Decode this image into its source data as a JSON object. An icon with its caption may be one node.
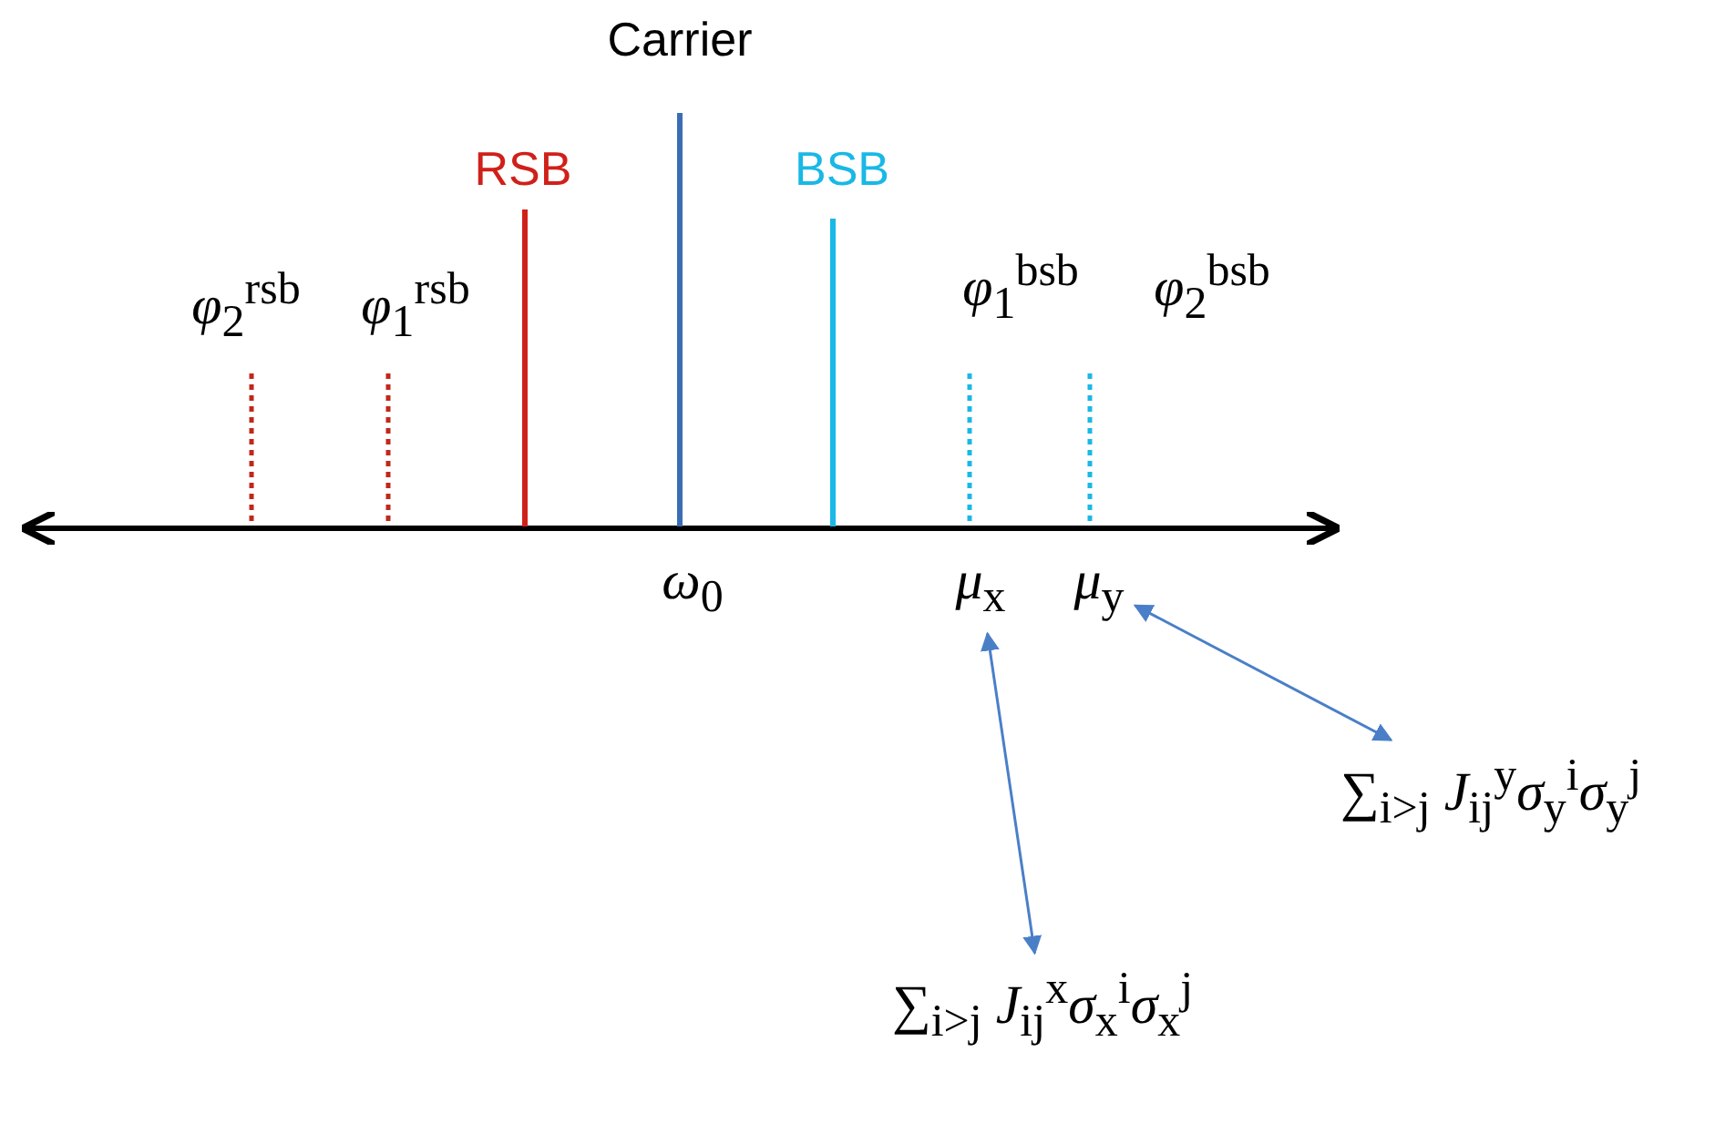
{
  "diagram": {
    "nodes": [
      {
        "text": [
          "*μ*$_{x}$"
        ]
      },
      {
        "text": [
          "*μ*$_{y}$"
        ]
      },
      {
        "text": [
          "∑$_{i>j}$ *J*$_{ij}$$^{x}$*σ*$_{x}$$^{i}$*σ*$_{x}$$^{j}$"
        ]
      },
      {
        "text": [
          "∑$_{i>j}$ *J*$_{ij}$$^{y}$*σ*$_{y}$$^{i}$*σ*$_{y}$$^{j}$"
        ]
      }
    ],
    "edges": [
      {
        "from": 0,
        "to": 2,
        "arrow": "both"
      },
      {
        "from": 1,
        "to": 3,
        "arrow": "both"
      }
    ],
    "labels": [
      "Carrier",
      "RSB",
      "BSB",
      "*φ*$_{2}$$^{rsb}$",
      "*φ*$_{1}$$^{rsb}$",
      "*φ*$_{1}$$^{bsb}$",
      "*φ*$_{2}$$^{bsb}$",
      "*ω*$_{0}$"
    ]
  }
}
